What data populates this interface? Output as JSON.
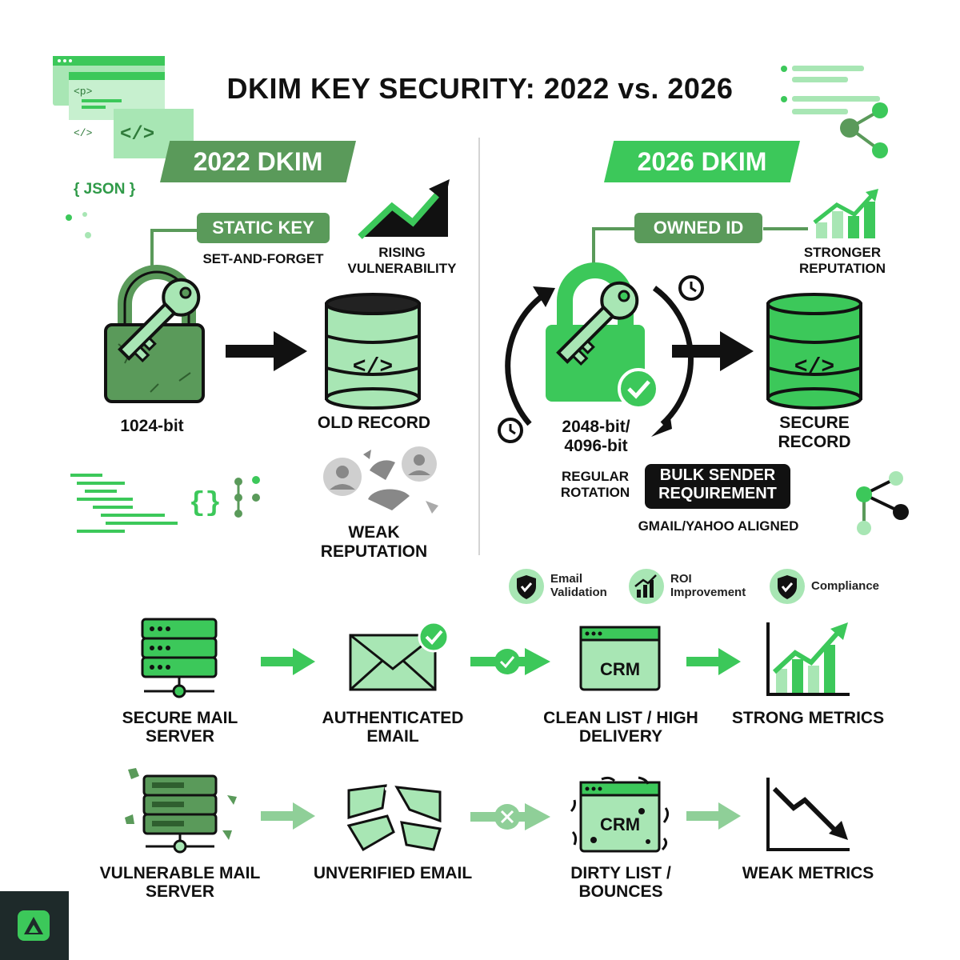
{
  "title": "DKIM KEY SECURITY: 2022 vs. 2026",
  "decor": {
    "json_tag": "{ JSON }",
    "p_tag": "<p>",
    "p_close_tag": "</>",
    "code_tag": "</>",
    "braces": "{}"
  },
  "left": {
    "banner": "2022 DKIM",
    "pill": "STATIC KEY",
    "pill_sub": "SET-AND-FORGET",
    "trend_label": "RISING VULNERABILITY",
    "key_label": "1024-bit",
    "record_label": "OLD RECORD",
    "reputation_label": "WEAK REPUTATION"
  },
  "right": {
    "banner": "2026 DKIM",
    "pill": "OWNED ID",
    "trend_label": "STRONGER REPUTATION",
    "key_label": "2048-bit/ 4096-bit",
    "record_label": "SECURE RECORD",
    "rotation_label": "REGULAR ROTATION",
    "requirement_label": "BULK SENDER REQUIREMENT",
    "aligned_label": "GMAIL/YAHOO ALIGNED"
  },
  "badges": [
    {
      "label": "Email Validation",
      "icon": "shield-check-icon"
    },
    {
      "label": "ROI Improvement",
      "icon": "bar-chart-icon"
    },
    {
      "label": "Compliance",
      "icon": "shield-check-icon"
    }
  ],
  "flow_good": [
    {
      "label": "SECURE MAIL SERVER",
      "icon": "server-icon"
    },
    {
      "label": "AUTHENTICATED EMAIL",
      "icon": "envelope-check-icon"
    },
    {
      "label": "CLEAN LIST / HIGH DELIVERY",
      "icon": "crm-window-icon",
      "icon_text": "CRM"
    },
    {
      "label": "STRONG METRICS",
      "icon": "chart-up-icon"
    }
  ],
  "flow_bad": [
    {
      "label": "VULNERABLE MAIL SERVER",
      "icon": "broken-server-icon"
    },
    {
      "label": "UNVERIFIED EMAIL",
      "icon": "broken-envelope-icon"
    },
    {
      "label": "DIRTY LIST / BOUNCES",
      "icon": "dirty-crm-window-icon",
      "icon_text": "CRM"
    },
    {
      "label": "WEAK METRICS",
      "icon": "chart-down-icon"
    }
  ],
  "colors": {
    "green_bright": "#3cc85a",
    "green_muted": "#5a9a5a",
    "green_light": "#a8e6b4",
    "dark": "#111111"
  }
}
